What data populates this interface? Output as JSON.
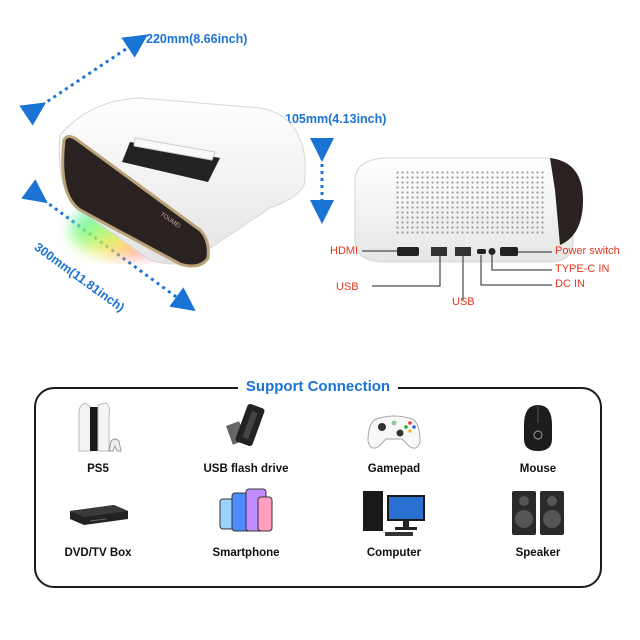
{
  "dimensions": {
    "width_label": "220mm(8.66inch)",
    "height_label": "105mm(4.13inch)",
    "length_label": "300mm(11.81inch)"
  },
  "projector_brand": "TOUMEI",
  "ports": {
    "hdmi": "HDMI",
    "usb_left": "USB",
    "usb_bottom": "USB",
    "power_switch": "Power switch",
    "type_c_in": "TYPE-C IN",
    "dc_in": "DC IN"
  },
  "support": {
    "title": "Support Connection",
    "items": [
      {
        "label": "PS5",
        "icon": "ps5-icon"
      },
      {
        "label": "USB flash drive",
        "icon": "usb-flash-drive-icon"
      },
      {
        "label": "Gamepad",
        "icon": "gamepad-icon"
      },
      {
        "label": "Mouse",
        "icon": "mouse-icon"
      },
      {
        "label": "DVD/TV Box",
        "icon": "dvd-box-icon"
      },
      {
        "label": "Smartphone",
        "icon": "smartphone-icon"
      },
      {
        "label": "Computer",
        "icon": "computer-icon"
      },
      {
        "label": "Speaker",
        "icon": "speaker-icon"
      }
    ]
  },
  "colors": {
    "accent_blue": "#1a74d6",
    "port_red": "#e5361d"
  }
}
